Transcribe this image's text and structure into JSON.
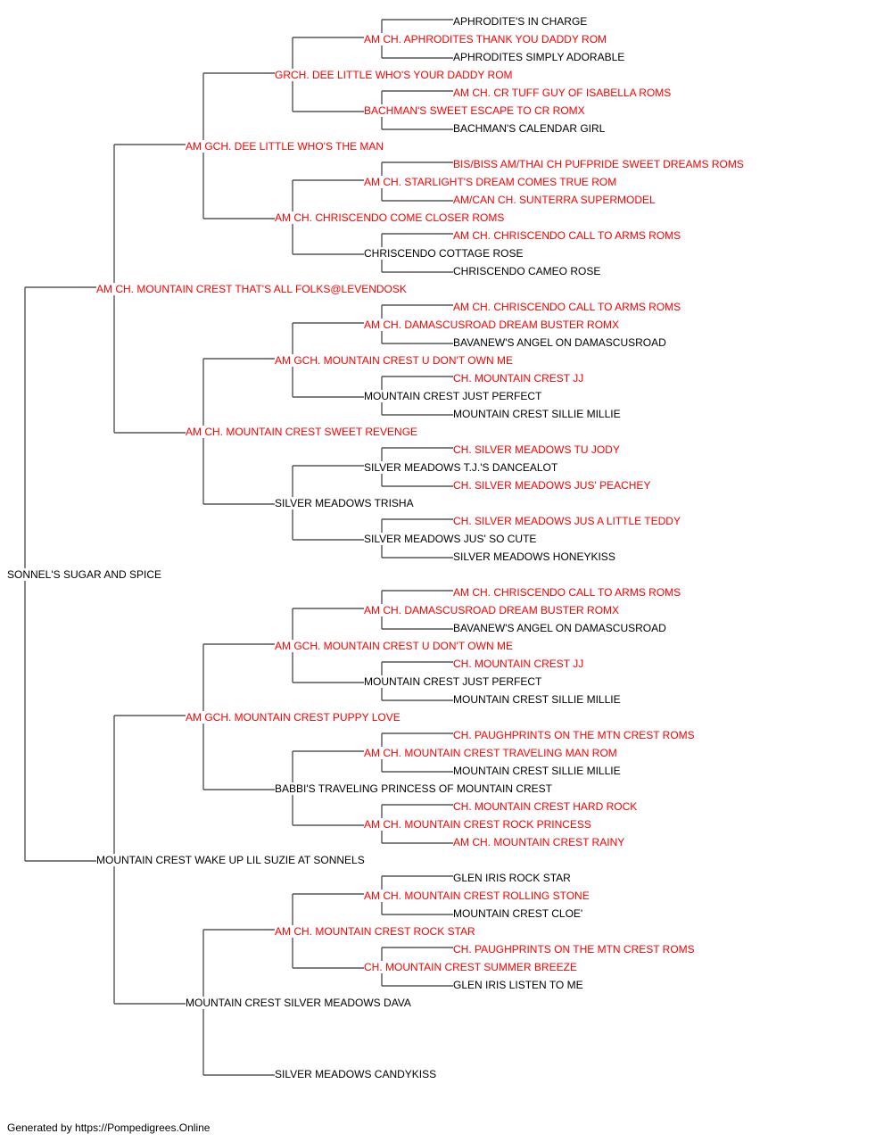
{
  "colors": {
    "champion": "#ff0000",
    "plain": "#000000",
    "line": "#555555"
  },
  "pedigree": [
    {
      "gen": 0,
      "row": 31,
      "name": "SONNEL'S SUGAR AND SPICE",
      "champion": false
    },
    {
      "gen": 1,
      "row": 15,
      "name": "AM CH. MOUNTAIN CREST THAT'S ALL FOLKS@LEVENDOSK",
      "champion": true
    },
    {
      "gen": 1,
      "row": 47,
      "name": "MOUNTAIN CREST WAKE UP LIL SUZIE AT SONNELS",
      "champion": false
    },
    {
      "gen": 2,
      "row": 7,
      "name": "AM GCH. DEE LITTLE WHO'S THE MAN",
      "champion": true
    },
    {
      "gen": 2,
      "row": 23,
      "name": "AM CH. MOUNTAIN CREST SWEET REVENGE",
      "champion": true
    },
    {
      "gen": 2,
      "row": 39,
      "name": "AM GCH. MOUNTAIN CREST PUPPY LOVE",
      "champion": true
    },
    {
      "gen": 2,
      "row": 55,
      "name": "MOUNTAIN CREST SILVER MEADOWS DAVA",
      "champion": false
    },
    {
      "gen": 3,
      "row": 3,
      "name": "GRCH. DEE LITTLE WHO'S YOUR DADDY ROM",
      "champion": true
    },
    {
      "gen": 3,
      "row": 11,
      "name": "AM CH. CHRISCENDO COME CLOSER ROMS",
      "champion": true
    },
    {
      "gen": 3,
      "row": 19,
      "name": "AM GCH. MOUNTAIN CREST U DON'T OWN ME",
      "champion": true
    },
    {
      "gen": 3,
      "row": 27,
      "name": "SILVER MEADOWS TRISHA",
      "champion": false
    },
    {
      "gen": 3,
      "row": 35,
      "name": "AM GCH. MOUNTAIN CREST U DON'T OWN ME",
      "champion": true
    },
    {
      "gen": 3,
      "row": 43,
      "name": "BABBI'S TRAVELING PRINCESS OF MOUNTAIN CREST",
      "champion": false
    },
    {
      "gen": 3,
      "row": 51,
      "name": "AM CH. MOUNTAIN CREST ROCK STAR",
      "champion": true
    },
    {
      "gen": 3,
      "row": 59,
      "name": "SILVER MEADOWS CANDYKISS",
      "champion": false
    },
    {
      "gen": 4,
      "row": 1,
      "name": "AM CH. APHRODITES THANK YOU DADDY ROM",
      "champion": true
    },
    {
      "gen": 4,
      "row": 5,
      "name": "BACHMAN'S SWEET ESCAPE TO CR ROMX",
      "champion": true
    },
    {
      "gen": 4,
      "row": 9,
      "name": "AM CH. STARLIGHT'S DREAM COMES TRUE ROM",
      "champion": true
    },
    {
      "gen": 4,
      "row": 13,
      "name": "CHRISCENDO COTTAGE ROSE",
      "champion": false
    },
    {
      "gen": 4,
      "row": 17,
      "name": "AM CH. DAMASCUSROAD DREAM BUSTER ROMX",
      "champion": true
    },
    {
      "gen": 4,
      "row": 21,
      "name": "MOUNTAIN CREST JUST PERFECT",
      "champion": false
    },
    {
      "gen": 4,
      "row": 25,
      "name": "SILVER MEADOWS T.J.'S DANCEALOT",
      "champion": false
    },
    {
      "gen": 4,
      "row": 29,
      "name": "SILVER MEADOWS JUS' SO CUTE",
      "champion": false
    },
    {
      "gen": 4,
      "row": 33,
      "name": "AM CH. DAMASCUSROAD DREAM BUSTER ROMX",
      "champion": true
    },
    {
      "gen": 4,
      "row": 37,
      "name": "MOUNTAIN CREST JUST PERFECT",
      "champion": false
    },
    {
      "gen": 4,
      "row": 41,
      "name": "AM CH. MOUNTAIN CREST TRAVELING MAN ROM",
      "champion": true
    },
    {
      "gen": 4,
      "row": 45,
      "name": "AM CH. MOUNTAIN CREST ROCK PRINCESS",
      "champion": true
    },
    {
      "gen": 4,
      "row": 49,
      "name": "AM CH. MOUNTAIN CREST ROLLING STONE",
      "champion": true
    },
    {
      "gen": 4,
      "row": 53,
      "name": "CH. MOUNTAIN CREST SUMMER BREEZE",
      "champion": true
    },
    {
      "gen": 5,
      "row": 0,
      "name": "APHRODITE'S IN CHARGE",
      "champion": false
    },
    {
      "gen": 5,
      "row": 2,
      "name": "APHRODITES SIMPLY ADORABLE",
      "champion": false
    },
    {
      "gen": 5,
      "row": 4,
      "name": "AM CH. CR TUFF GUY OF ISABELLA ROMS",
      "champion": true
    },
    {
      "gen": 5,
      "row": 6,
      "name": "BACHMAN'S CALENDAR GIRL",
      "champion": false
    },
    {
      "gen": 5,
      "row": 8,
      "name": "BIS/BISS AM/THAI CH PUFPRIDE SWEET DREAMS ROMS",
      "champion": true
    },
    {
      "gen": 5,
      "row": 10,
      "name": "AM/CAN CH. SUNTERRA SUPERMODEL",
      "champion": true
    },
    {
      "gen": 5,
      "row": 12,
      "name": "AM CH. CHRISCENDO CALL TO ARMS ROMS",
      "champion": true
    },
    {
      "gen": 5,
      "row": 14,
      "name": "CHRISCENDO CAMEO ROSE",
      "champion": false
    },
    {
      "gen": 5,
      "row": 16,
      "name": "AM CH. CHRISCENDO CALL TO ARMS ROMS",
      "champion": true
    },
    {
      "gen": 5,
      "row": 18,
      "name": "BAVANEW'S ANGEL ON DAMASCUSROAD",
      "champion": false
    },
    {
      "gen": 5,
      "row": 20,
      "name": "CH. MOUNTAIN CREST JJ",
      "champion": true
    },
    {
      "gen": 5,
      "row": 22,
      "name": "MOUNTAIN CREST SILLIE MILLIE",
      "champion": false
    },
    {
      "gen": 5,
      "row": 24,
      "name": "CH. SILVER MEADOWS TU JODY",
      "champion": true
    },
    {
      "gen": 5,
      "row": 26,
      "name": "CH. SILVER MEADOWS JUS' PEACHEY",
      "champion": true
    },
    {
      "gen": 5,
      "row": 28,
      "name": "CH. SILVER MEADOWS JUS A LITTLE TEDDY",
      "champion": true
    },
    {
      "gen": 5,
      "row": 30,
      "name": "SILVER MEADOWS HONEYKISS",
      "champion": false
    },
    {
      "gen": 5,
      "row": 32,
      "name": "AM CH. CHRISCENDO CALL TO ARMS ROMS",
      "champion": true
    },
    {
      "gen": 5,
      "row": 34,
      "name": "BAVANEW'S ANGEL ON DAMASCUSROAD",
      "champion": false
    },
    {
      "gen": 5,
      "row": 36,
      "name": "CH. MOUNTAIN CREST JJ",
      "champion": true
    },
    {
      "gen": 5,
      "row": 38,
      "name": "MOUNTAIN CREST SILLIE MILLIE",
      "champion": false
    },
    {
      "gen": 5,
      "row": 40,
      "name": "CH. PAUGHPRINTS ON THE MTN CREST ROMS",
      "champion": true
    },
    {
      "gen": 5,
      "row": 42,
      "name": "MOUNTAIN CREST SILLIE MILLIE",
      "champion": false
    },
    {
      "gen": 5,
      "row": 44,
      "name": "CH. MOUNTAIN CREST HARD ROCK",
      "champion": true
    },
    {
      "gen": 5,
      "row": 46,
      "name": "AM CH. MOUNTAIN CREST RAINY",
      "champion": true
    },
    {
      "gen": 5,
      "row": 48,
      "name": "GLEN IRIS ROCK STAR",
      "champion": false
    },
    {
      "gen": 5,
      "row": 50,
      "name": "MOUNTAIN CREST CLOE'",
      "champion": false
    },
    {
      "gen": 5,
      "row": 52,
      "name": "CH. PAUGHPRINTS ON THE MTN CREST ROMS",
      "champion": true
    },
    {
      "gen": 5,
      "row": 54,
      "name": "GLEN IRIS LISTEN TO ME",
      "champion": false
    }
  ],
  "footer": {
    "text": "Generated by https://Pompedigrees.Online"
  }
}
